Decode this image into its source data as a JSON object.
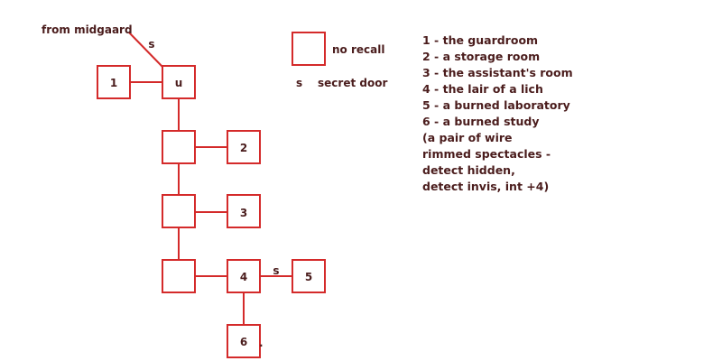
{
  "diagram": {
    "from_label": "from midgaard",
    "secret_label": "s",
    "rooms": {
      "r1": "1",
      "ru": "u",
      "r2": "2",
      "r3": "3",
      "r4": "4",
      "r5": "5",
      "r6": "6"
    }
  },
  "key": {
    "no_recall": "no recall",
    "secret_symbol": "s",
    "secret_door": "secret door"
  },
  "legend": [
    "1 - the guardroom",
    "2 - a storage room",
    "3 - the assistant's room",
    "4 - the lair of a lich",
    "5 - a burned laboratory",
    "6 - a burned study",
    "(a pair of wire",
    "rimmed spectacles -",
    "detect hidden,",
    "detect invis, int +4)"
  ],
  "colors": {
    "room_border": "#d42a2a",
    "text": "#4a1c1c"
  }
}
